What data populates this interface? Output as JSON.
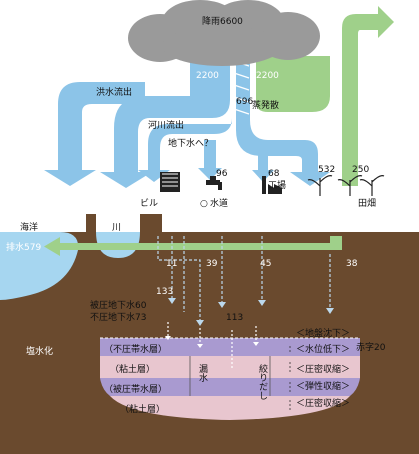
{
  "rain": {
    "label": "降雨6600"
  },
  "flows": {
    "flood_runoff": {
      "label": "洪水流出",
      "value": "2200"
    },
    "river_runoff": {
      "label": "河川流出",
      "value": "2200"
    },
    "evaporation": {
      "label": "蒸発散",
      "value": "2200"
    },
    "river_inner": {
      "value": "696"
    },
    "groundwater_question": {
      "label": "地下水へ？"
    },
    "return_250": {
      "value": "250"
    }
  },
  "uses": {
    "building": {
      "label": "ビル"
    },
    "water_supply": {
      "label": "水道",
      "value": "96"
    },
    "factory": {
      "label": "工場",
      "value": "68"
    },
    "farmland_flow": {
      "value": "532"
    },
    "farmland": {
      "label": "田畑"
    }
  },
  "surface": {
    "ocean": "海洋",
    "river": "川",
    "drainage": "排水579"
  },
  "underground": {
    "v11": "11",
    "v39": "39",
    "v45": "45",
    "v38": "38",
    "v133": "133",
    "v113": "113",
    "confined_gw": "被圧地下水60",
    "unconfined_gw": "不圧地下水73",
    "deficit": "赤字20",
    "salinization": "塩水化",
    "leakage": "漏水",
    "squeeze": "絞りだし"
  },
  "layers": {
    "unconfined_aquifer": "（不圧帯水層）",
    "clay1": "（粘土層）",
    "confined_aquifer": "（被圧帯水層）",
    "clay2": "（粘土層）"
  },
  "effects": {
    "subsidence": "＜地盤沈下＞",
    "water_level_drop": "＜水位低下＞",
    "consolidation1": "＜圧密収縮＞",
    "elastic": "＜弾性収縮＞",
    "consolidation2": "＜圧密収縮＞"
  },
  "colors": {
    "cloud": "#9a9a9a",
    "flow_blue": "#8cc4e8",
    "flow_green": "#9fd08a",
    "soil": "#6a4a2e",
    "water": "#a6d6f0",
    "layer_purple": "#a99ad0",
    "layer_pink": "#e8c6cf"
  }
}
